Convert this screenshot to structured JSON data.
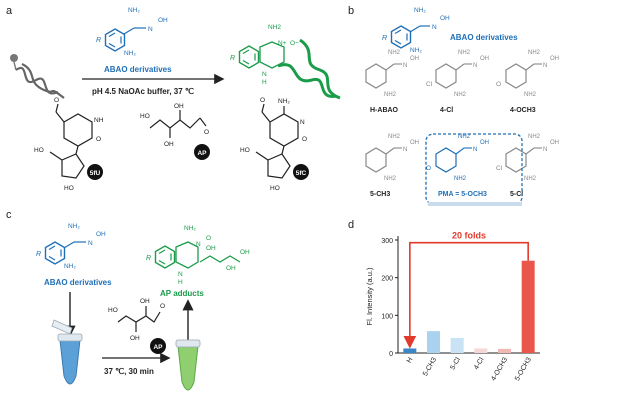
{
  "panels": {
    "a": "a",
    "b": "b",
    "c": "c",
    "d": "d"
  },
  "panel_a": {
    "reagent_label": "ABAO derivatives",
    "condition": "pH 4.5 NaOAc buffer, 37 ℃",
    "badges": [
      "5fU",
      "AP",
      "5fC"
    ],
    "product_atoms": {
      "nh2": "NH2",
      "nplus": "N+",
      "ominus": "O−",
      "nh": "N",
      "h": "H",
      "r": "R"
    }
  },
  "panel_b": {
    "title": "ABAO derivatives",
    "compounds": [
      {
        "name": "H-ABAO",
        "sub": ""
      },
      {
        "name": "4-Cl",
        "sub": "Cl"
      },
      {
        "name": "4-OCH3",
        "sub": "O"
      },
      {
        "name": "5-CH3",
        "sub": ""
      },
      {
        "name": "PMA = 5-OCH3",
        "sub": "O"
      },
      {
        "name": "5-Cl",
        "sub": "Cl"
      }
    ],
    "atoms": {
      "nh2": "NH2",
      "n": "N",
      "oh": "OH"
    }
  },
  "panel_c": {
    "reagent_label": "ABAO derivatives",
    "product_label": "AP adducts",
    "condition": "37 ℃,  30 min",
    "badge": "AP"
  },
  "chart_data": {
    "type": "bar",
    "ylabel": "Fl. Intensity (a.u.)",
    "ylim": [
      0,
      300
    ],
    "yticks": [
      0,
      100,
      200,
      300
    ],
    "categories": [
      "H",
      "5-CH3",
      "5-Cl",
      "4-Cl",
      "4-OCH3",
      "5-OCH3"
    ],
    "values": [
      12,
      58,
      40,
      12,
      11,
      245
    ],
    "colors": [
      "#3b86c6",
      "#a9d2ef",
      "#c9e3f5",
      "#f5d8d6",
      "#f1b7b2",
      "#e9564c"
    ],
    "annotation": "20 folds"
  }
}
